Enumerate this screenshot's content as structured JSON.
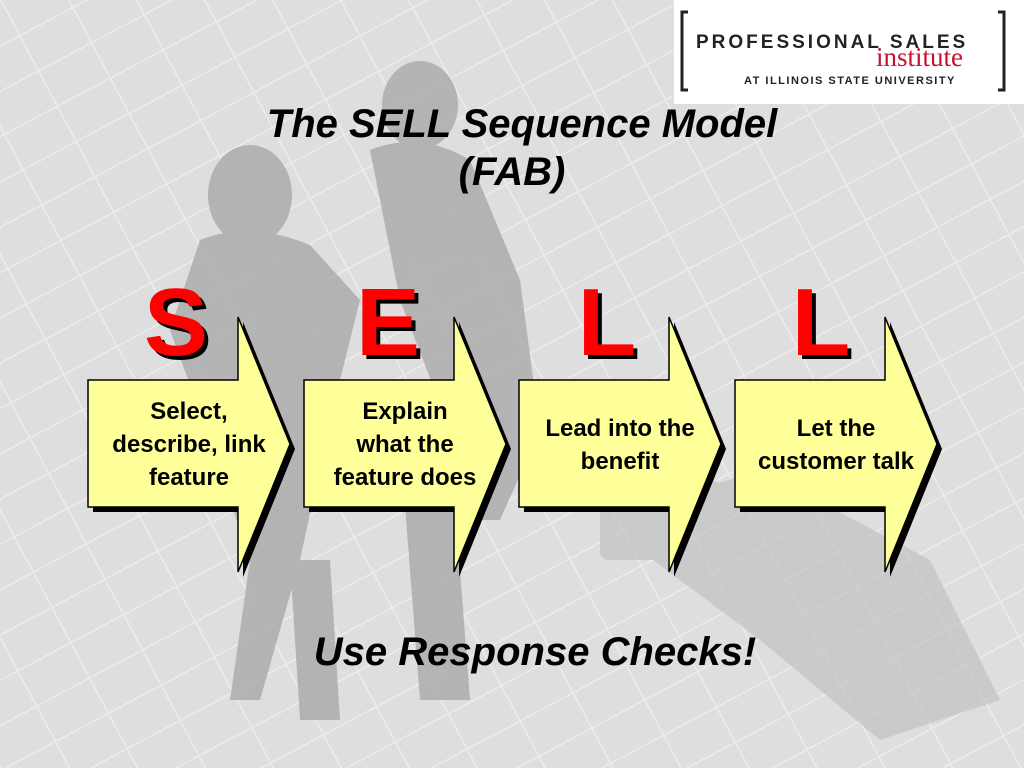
{
  "colors": {
    "letter": "#ff0000",
    "arrow_fill": "#ffff99",
    "logo_accent": "#c8102e"
  },
  "logo": {
    "line1": "PROFESSIONAL SALES",
    "line2": "institute",
    "line3": "AT ILLINOIS STATE UNIVERSITY"
  },
  "title": {
    "line1": "The SELL Sequence Model",
    "line2": "(FAB)"
  },
  "steps": [
    {
      "letter": "S",
      "label_lines": [
        "Select,",
        "describe, link",
        "feature"
      ]
    },
    {
      "letter": "E",
      "label_lines": [
        "Explain",
        "what the",
        "feature does"
      ]
    },
    {
      "letter": "L",
      "label_lines": [
        "Lead into the",
        "benefit"
      ]
    },
    {
      "letter": "L",
      "label_lines": [
        "Let the",
        "customer talk"
      ]
    }
  ],
  "footer": "Use Response Checks!"
}
